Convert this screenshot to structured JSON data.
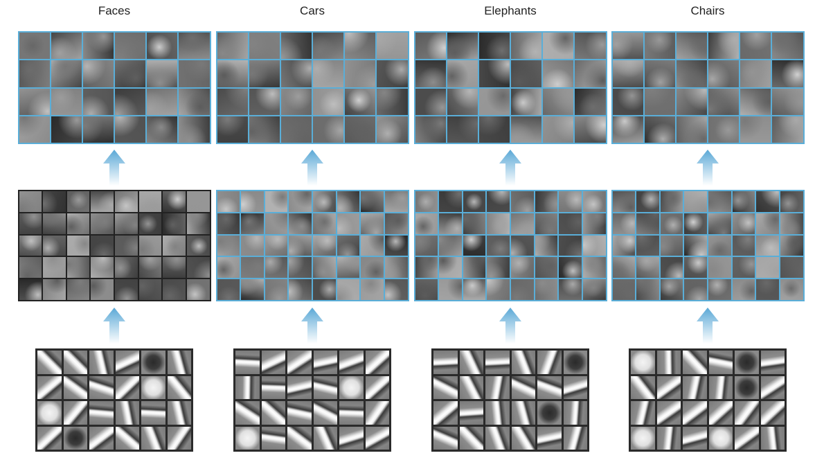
{
  "columns": [
    {
      "id": "faces",
      "title": "Faces",
      "high_border": "blue",
      "mid_border": "black"
    },
    {
      "id": "cars",
      "title": "Cars",
      "high_border": "blue",
      "mid_border": "blue"
    },
    {
      "id": "elephants",
      "title": "Elephants",
      "high_border": "blue",
      "mid_border": "blue"
    },
    {
      "id": "chairs",
      "title": "Chairs",
      "high_border": "blue",
      "mid_border": "blue"
    }
  ],
  "colors": {
    "border_blue": "#5aaed8",
    "border_black": "#222222",
    "arrow_top": "#5aa8d6",
    "arrow_bottom": "#ffffff"
  },
  "icons": {
    "arrow": "arrow-up-icon"
  }
}
